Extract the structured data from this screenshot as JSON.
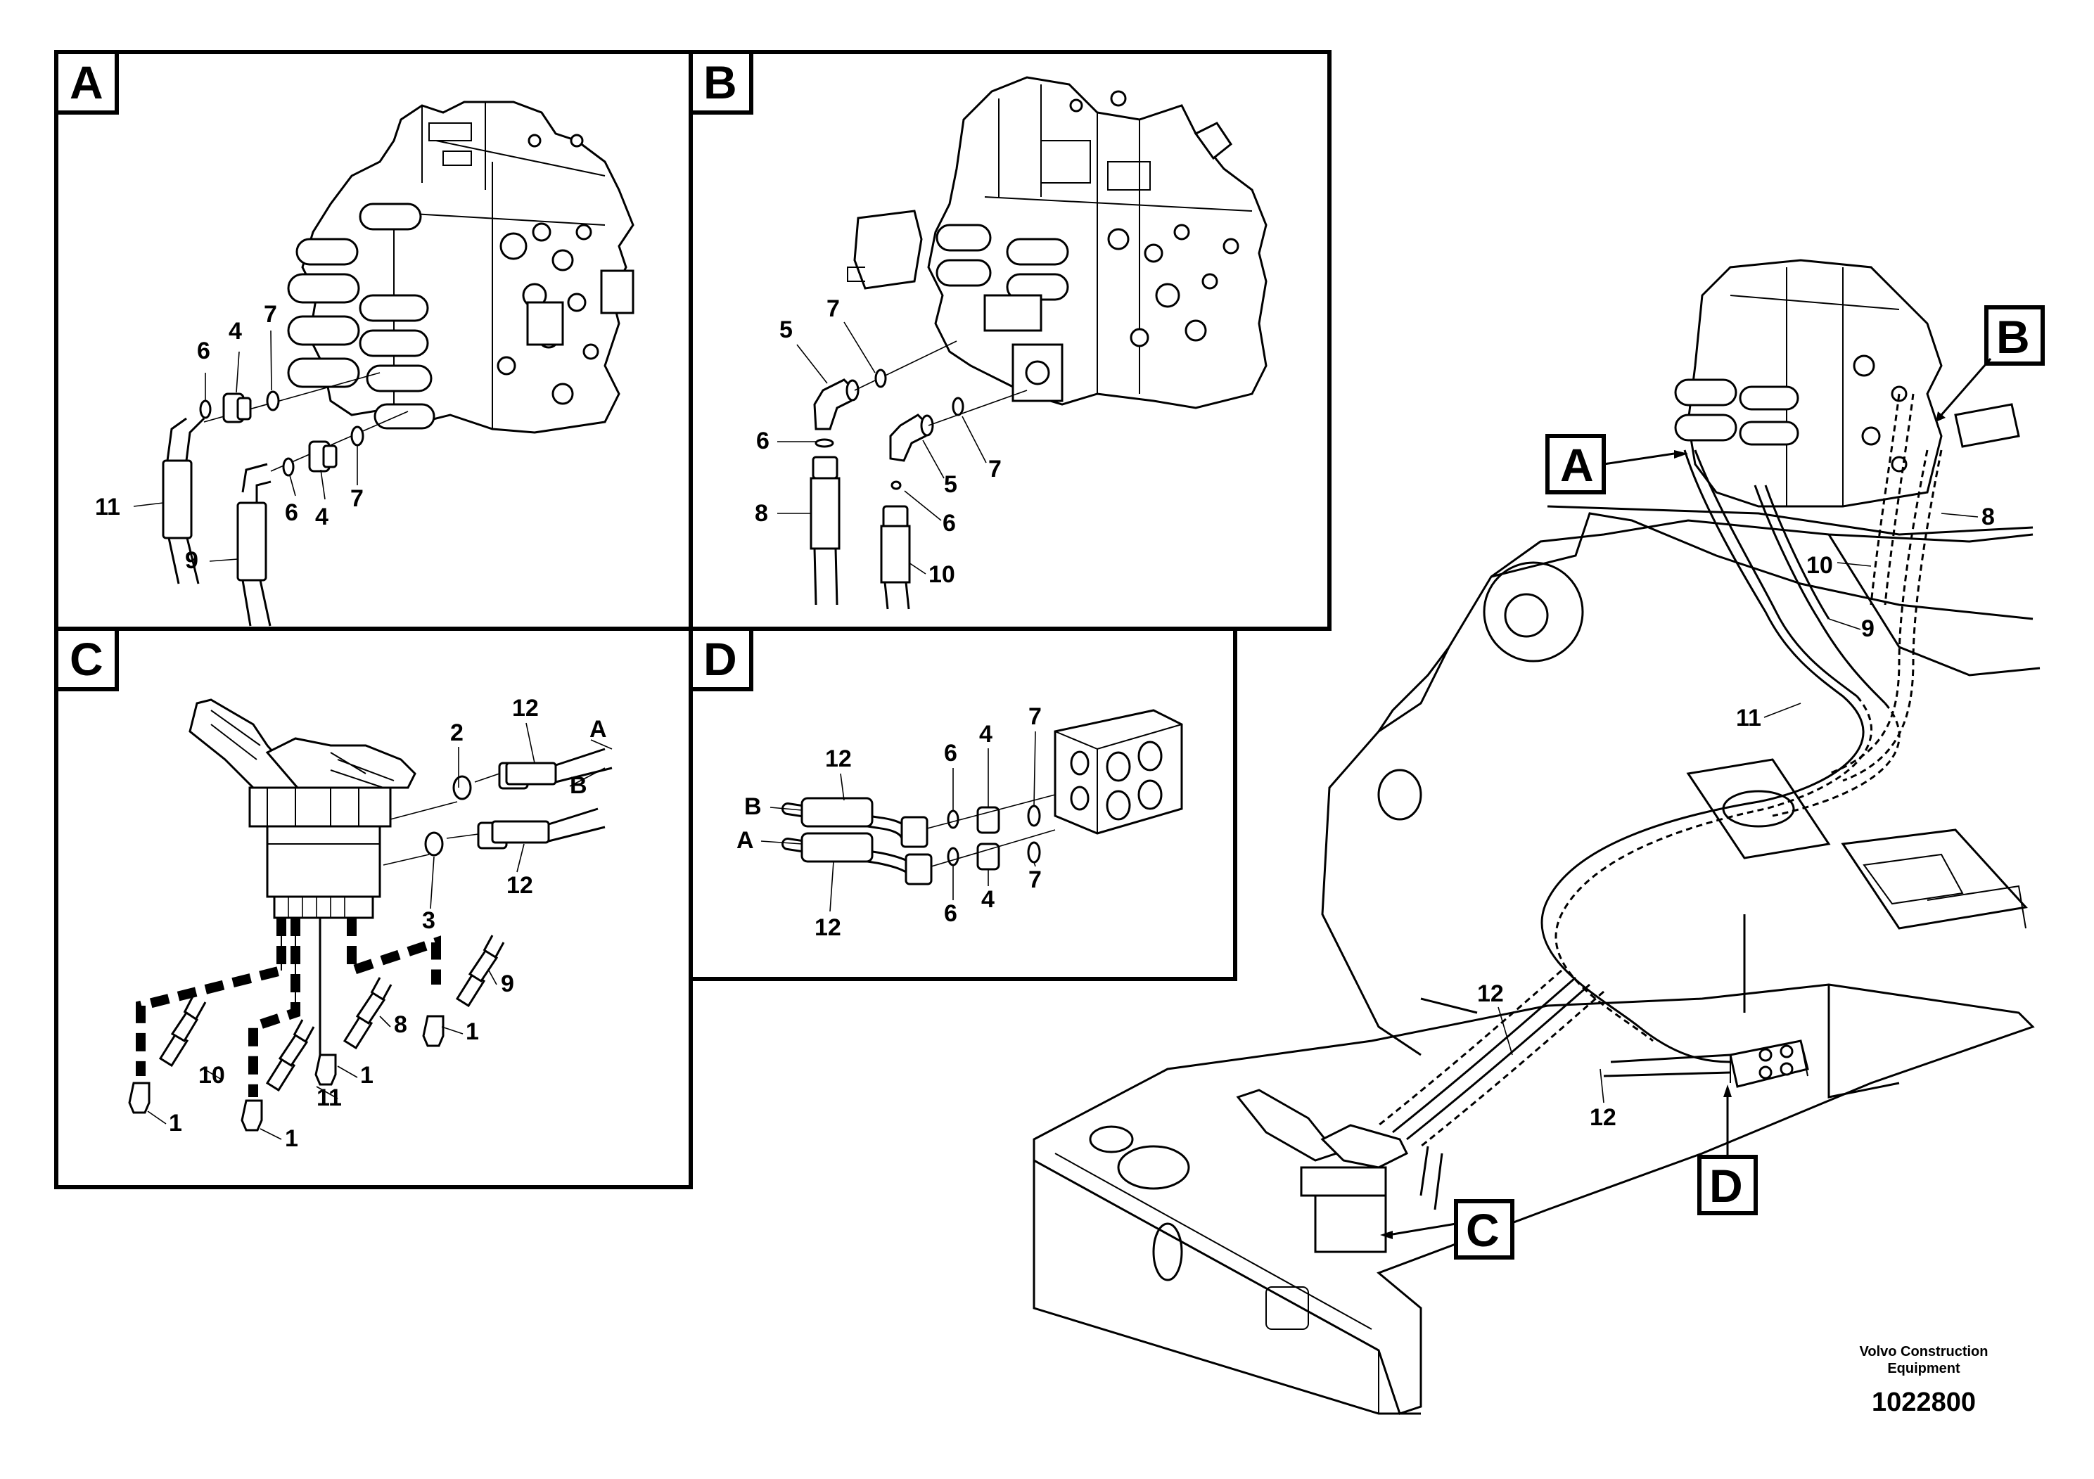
{
  "panels": {
    "A": {
      "title": "A",
      "callouts": {
        "c6": "6",
        "c4": "4",
        "c7": "7",
        "c11": "11",
        "c9": "9",
        "c6b": "6",
        "c4b": "4",
        "c7b": "7"
      }
    },
    "B": {
      "title": "B",
      "callouts": {
        "c5": "5",
        "c7": "7",
        "c6": "6",
        "c8": "8",
        "c5b": "5",
        "c7b": "7",
        "c6b": "6",
        "c10": "10"
      }
    },
    "C": {
      "title": "C",
      "callouts": {
        "c2": "2",
        "c12": "12",
        "cA": "A",
        "cB": "B",
        "c12b": "12",
        "c3": "3",
        "c9": "9",
        "c8": "8",
        "c1a": "1",
        "c1b": "1",
        "c10": "10",
        "c11": "11",
        "c1c": "1",
        "c1d": "1"
      }
    },
    "D": {
      "title": "D",
      "callouts": {
        "c12": "12",
        "c6": "6",
        "c4": "4",
        "c7": "7",
        "cB": "B",
        "cA": "A",
        "c12b": "12",
        "c6b": "6",
        "c4b": "4",
        "c7b": "7"
      }
    }
  },
  "overview": {
    "marker_A": "A",
    "marker_B": "B",
    "marker_C": "C",
    "marker_D": "D",
    "callouts": {
      "c8": "8",
      "c10": "10",
      "c9": "9",
      "c11": "11",
      "c12a": "12",
      "c12b": "12"
    }
  },
  "watermark": {
    "line1": "Volvo Construction",
    "line2": "Equipment",
    "number": "1022800"
  }
}
